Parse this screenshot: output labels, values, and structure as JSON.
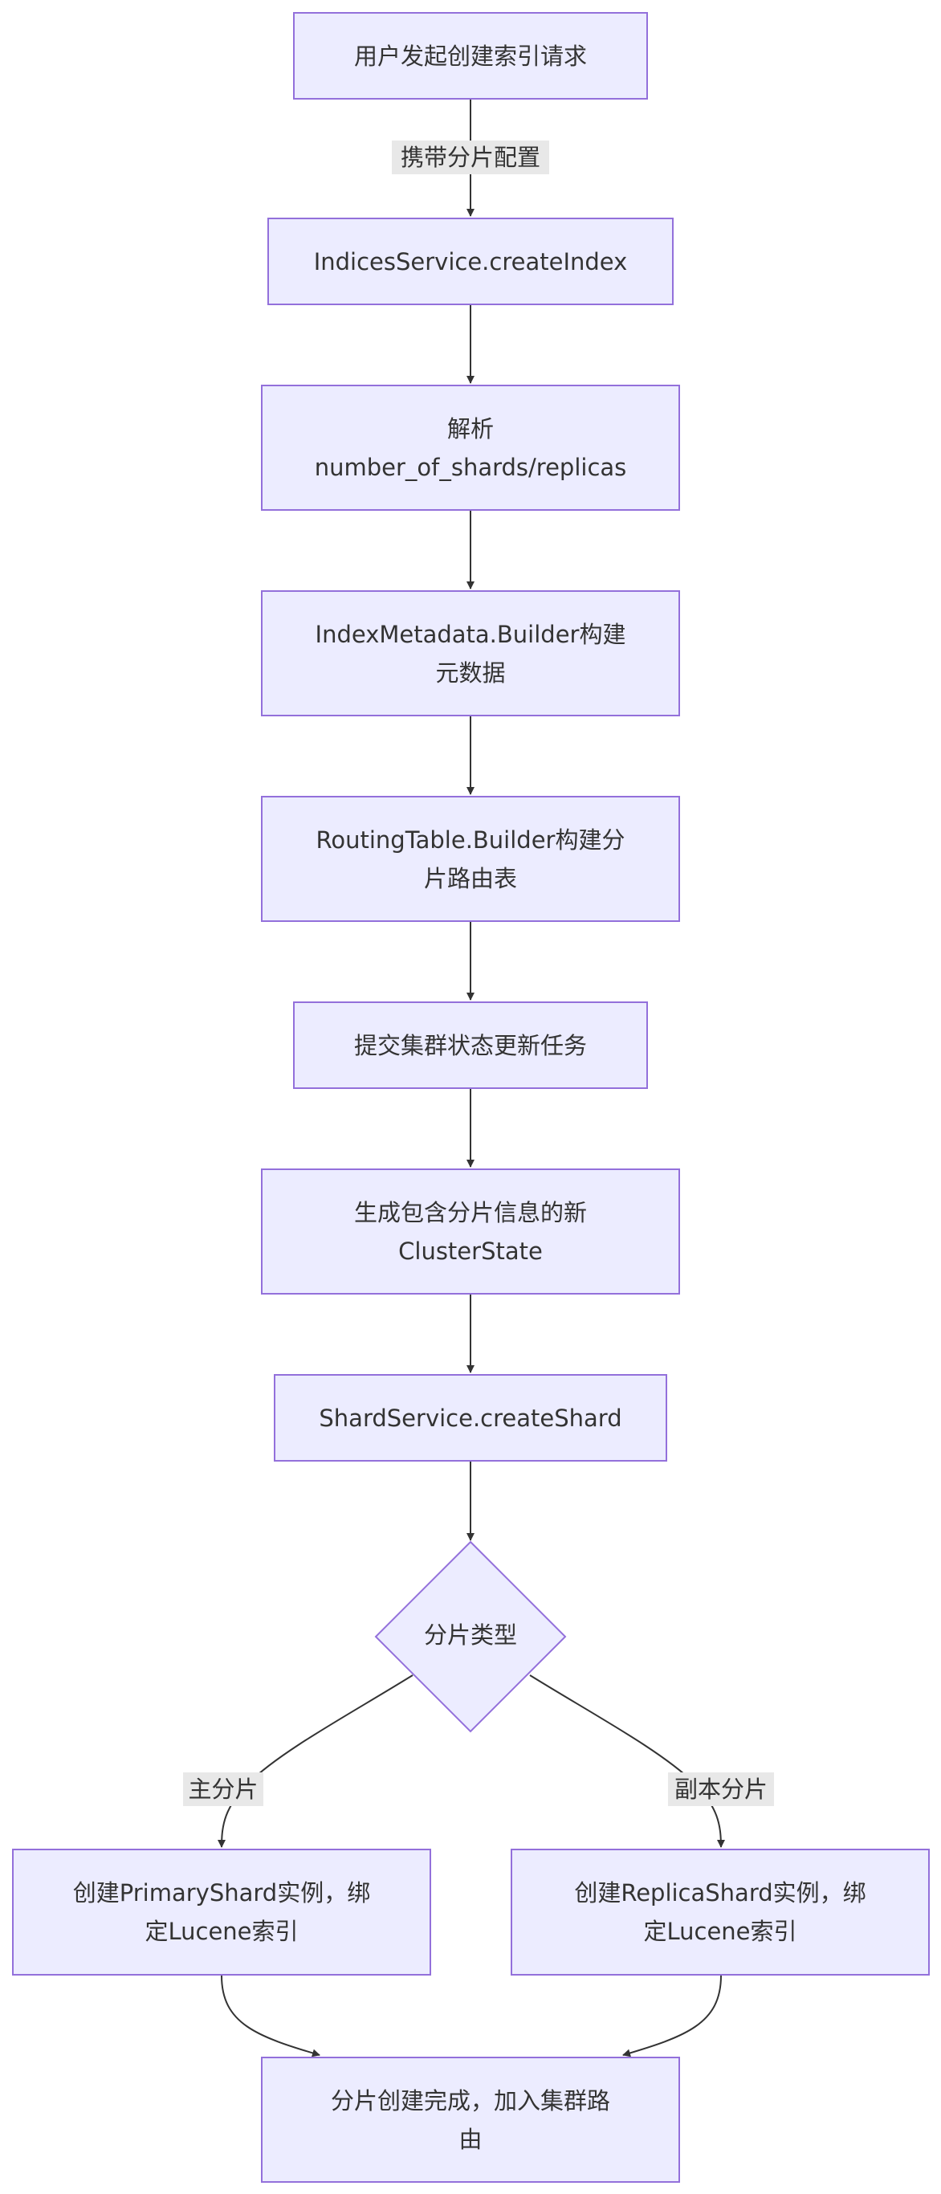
{
  "diagram": {
    "nodes": {
      "request": "用户发起创建索引请求",
      "create_index": "IndicesService.createIndex",
      "parse": "解析\nnumber_of_shards/replicas",
      "metadata": "IndexMetadata.Builder构建\n元数据",
      "routing": "RoutingTable.Builder构建分\n片路由表",
      "submit": "提交集群状态更新任务",
      "cluster_state": "生成包含分片信息的新\nClusterState",
      "create_shard": "ShardService.createShard",
      "decision": "分片类型",
      "primary": "创建PrimaryShard实例，绑\n定Lucene索引",
      "replica": "创建ReplicaShard实例，绑\n定Lucene索引",
      "done": "分片创建完成，加入集群路\n由"
    },
    "edge_labels": {
      "carry_config": "携带分片配置",
      "primary_shard": "主分片",
      "replica_shard": "副本分片"
    }
  },
  "colors": {
    "node_fill": "#ececff",
    "node_border": "#9370db",
    "edge": "#333333",
    "edge_label_bg": "#e8e8e8",
    "text": "#333333"
  }
}
